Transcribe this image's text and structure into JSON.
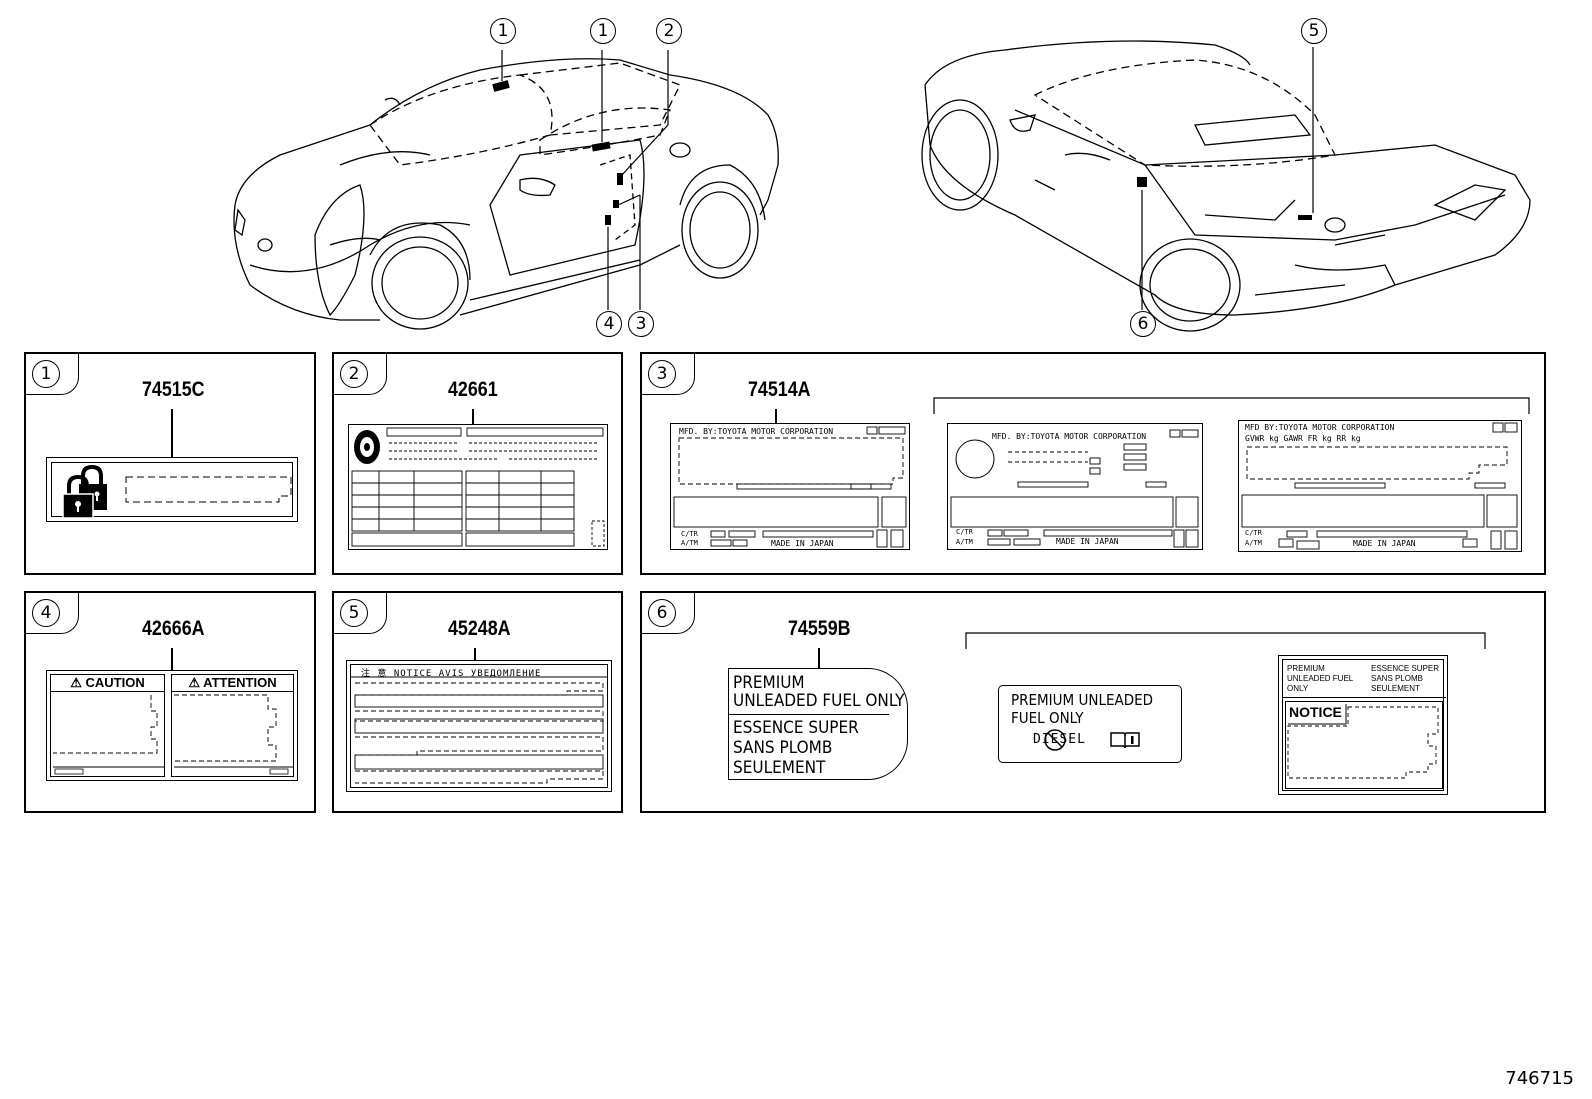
{
  "callouts": {
    "front_1a": "1",
    "front_1b": "1",
    "front_2": "2",
    "front_3": "3",
    "front_4": "4",
    "rear_5": "5",
    "rear_6": "6"
  },
  "panels": [
    {
      "number": "1",
      "part_no": "74515C"
    },
    {
      "number": "2",
      "part_no": "42661"
    },
    {
      "number": "3",
      "part_no": "74514A"
    },
    {
      "number": "4",
      "part_no": "42666A"
    },
    {
      "number": "5",
      "part_no": "45248A"
    },
    {
      "number": "6",
      "part_no": "74559B"
    }
  ],
  "label3": {
    "mfd_a": "MFD. BY:TOYOTA MOTOR CORPORATION",
    "mfd_b": "MFD. BY:TOYOTA MOTOR CORPORATION",
    "mfd_c": "MFD BY:TOYOTA MOTOR CORPORATION",
    "weights": "GVWR    kg GAWR FR    kg RR    kg",
    "ctr": "C/TR",
    "atm": "A/TM",
    "made": "MADE IN JAPAN"
  },
  "label4": {
    "caution": "⚠ CAUTION",
    "attention": "⚠ ATTENTION"
  },
  "label5": {
    "header": "注 意  NOTICE  AVIS  УВЕДОМЛЕНИЕ"
  },
  "label6": {
    "a_line1": "PREMIUM",
    "a_line2": "UNLEADED FUEL ONLY",
    "a_line3": "ESSENCE SUPER",
    "a_line4": "SANS PLOMB",
    "a_line5": "SEULEMENT",
    "b_line1": "PREMIUM UNLEADED",
    "b_line2": "FUEL ONLY",
    "b_diesel": "DIESEL",
    "c_en1": "PREMIUM",
    "c_en2": "UNLEADED FUEL",
    "c_en3": "ONLY",
    "c_fr1": "ESSENCE SUPER",
    "c_fr2": "SANS PLOMB",
    "c_fr3": "SEULEMENT",
    "c_notice": "NOTICE"
  },
  "diagram_id": "746715"
}
